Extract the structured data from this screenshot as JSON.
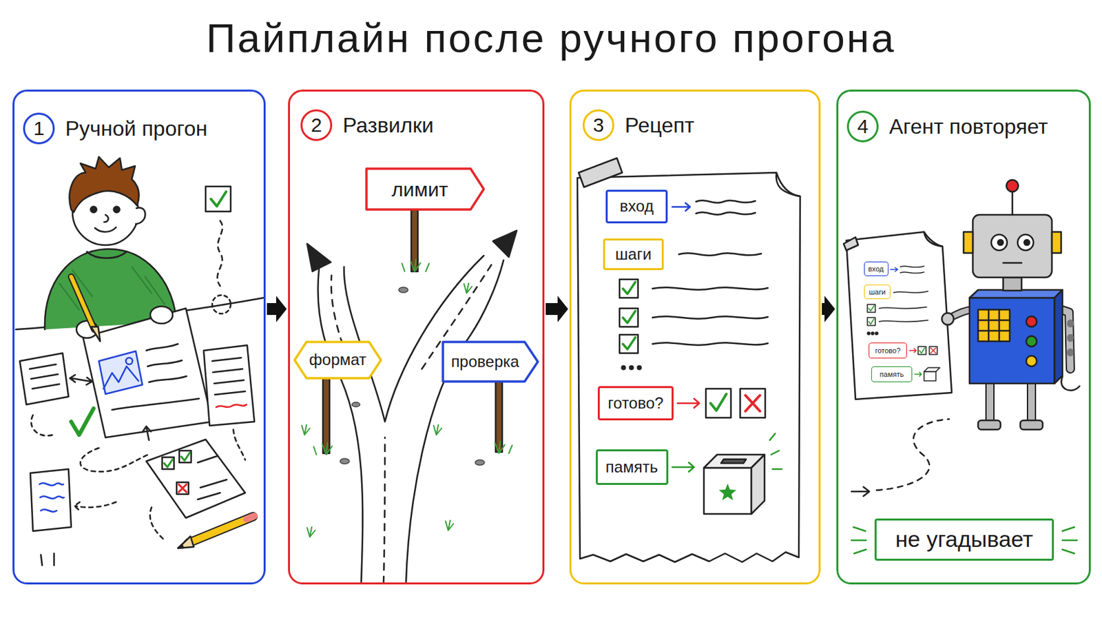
{
  "diagram": {
    "title": "Пайплайн после ручного прогона",
    "nodes": [
      {
        "text": [
          "Ручной прогон"
        ]
      },
      {
        "text": [
          "1"
        ],
        "in": 0
      },
      {
        "text": [
          "Развилки"
        ]
      },
      {
        "text": [
          "2"
        ],
        "in": 2
      },
      {
        "text": [
          "лимит"
        ],
        "in": 2
      },
      {
        "text": [
          "формат"
        ],
        "in": 2
      },
      {
        "text": [
          "проверка"
        ],
        "in": 2
      },
      {
        "text": [
          "Рецепт"
        ]
      },
      {
        "text": [
          "3"
        ],
        "in": 7
      },
      {
        "text": [
          "вход"
        ],
        "in": 7
      },
      {
        "text": [
          "шаги"
        ],
        "in": 7
      },
      {
        "text": [
          "готово?"
        ],
        "in": 7
      },
      {
        "text": [
          "память"
        ],
        "in": 7
      },
      {
        "text": [
          "Агент повторяет"
        ]
      },
      {
        "text": [
          "4"
        ],
        "in": 13
      },
      {
        "text": [
          "вход"
        ],
        "in": 13
      },
      {
        "text": [
          "шаги"
        ],
        "in": 13
      },
      {
        "text": [
          "готово?"
        ],
        "in": 13
      },
      {
        "text": [
          "память"
        ],
        "in": 13
      },
      {
        "text": [
          "не угадывает"
        ],
        "in": 13
      }
    ],
    "edges": [
      {
        "from": 0,
        "to": 2,
        "arrow": "to"
      },
      {
        "from": 2,
        "to": 7,
        "arrow": "to"
      },
      {
        "from": 7,
        "to": 13,
        "arrow": "to"
      }
    ]
  }
}
